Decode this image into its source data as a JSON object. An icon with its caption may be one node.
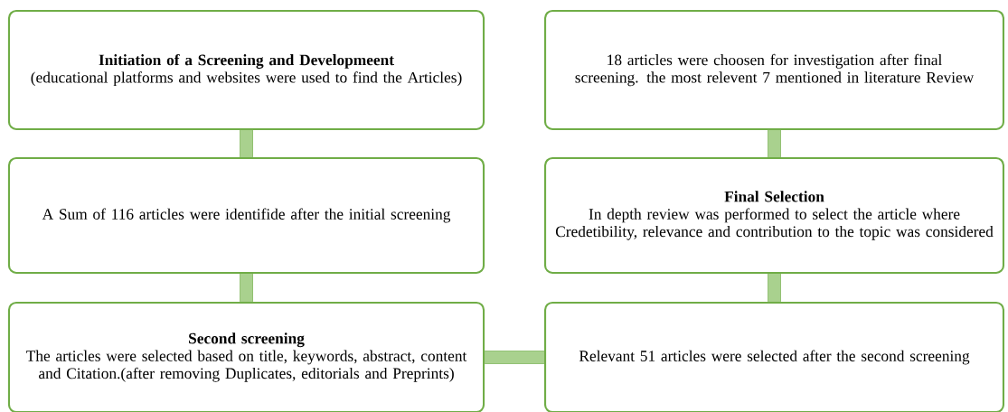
{
  "diagram": {
    "nodes": [
      {
        "text": [
          "Initiation of a Screening and Developmeent",
          "(educational platforms and websites were used to find the Articles)"
        ]
      },
      {
        "text": [
          "A Sum of 116 articles were identifide after the initial screening"
        ]
      },
      {
        "text": [
          "Second screening",
          "The articles were selected based on title, keywords, abstract, content and Citation.(after removing Duplicates, editorials and Preprints)"
        ]
      },
      {
        "text": [
          "Relevant 51 articles were selected after the second screening"
        ]
      },
      {
        "text": [
          "Final Selection",
          "In depth review was performed to select the article where Credetibility, relevance and contribution to the topic was considered"
        ]
      },
      {
        "text": [
          "18 articles were choosen for investigation after final screening. the most relevent 7 mentioned in literature Review"
        ]
      }
    ],
    "edges": [
      {
        "from": 0,
        "to": 1,
        "arrow": "none"
      },
      {
        "from": 1,
        "to": 2,
        "arrow": "none"
      },
      {
        "from": 2,
        "to": 3,
        "arrow": "none"
      },
      {
        "from": 3,
        "to": 4,
        "arrow": "none"
      },
      {
        "from": 4,
        "to": 5,
        "arrow": "none"
      }
    ]
  }
}
